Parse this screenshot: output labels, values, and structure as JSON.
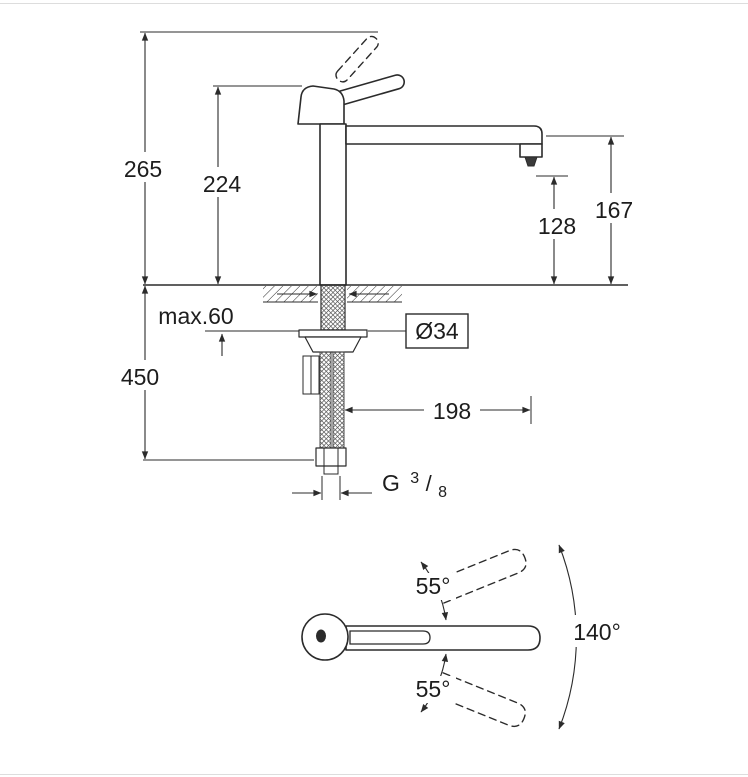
{
  "colors": {
    "line": "#2b2b2b",
    "background": "#ffffff"
  },
  "side_view": {
    "labels": {
      "overall_height": "265",
      "body_height": "224",
      "max_deck_thickness": "max.60",
      "below_deck_depth": "450",
      "outlet_height": "128",
      "spout_end_height": "167",
      "shank_diameter": "Ø34",
      "spout_projection": "198",
      "thread_prefix": "G",
      "thread_numerator": "3",
      "thread_slash": "/",
      "thread_denominator": "8"
    }
  },
  "plan_view": {
    "labels": {
      "swivel_upper": "55°",
      "swivel_total": "140°",
      "swivel_lower": "55°"
    }
  }
}
